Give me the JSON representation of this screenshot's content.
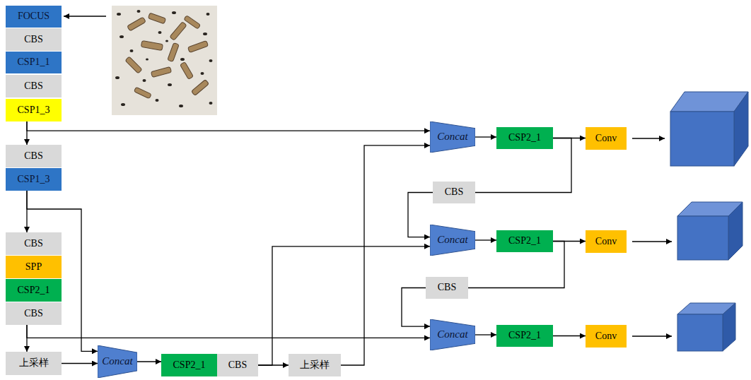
{
  "diagram": {
    "nodes": [
      {
        "text": [
          "FOCUS"
        ]
      },
      {
        "text": [
          "CBS"
        ]
      },
      {
        "text": [
          "CSP1_1"
        ]
      },
      {
        "text": [
          "CBS"
        ]
      },
      {
        "text": [
          "CSP1_3"
        ]
      },
      {
        "text": [
          "CBS"
        ]
      },
      {
        "text": [
          "CSP1_3"
        ]
      },
      {
        "text": [
          "CBS"
        ]
      },
      {
        "text": [
          "SPP"
        ]
      },
      {
        "text": [
          "CSP2_1"
        ]
      },
      {
        "text": [
          "CBS"
        ]
      },
      {
        "text": [
          "上采样"
        ]
      },
      {
        "text": [
          "Concat"
        ]
      },
      {
        "text": [
          "CSP2_1"
        ]
      },
      {
        "text": [
          "CBS"
        ]
      },
      {
        "text": [
          "上采样"
        ]
      },
      {
        "text": [
          "Concat"
        ]
      },
      {
        "text": [
          "CSP2_1"
        ]
      },
      {
        "text": [
          "Conv"
        ]
      },
      {
        "text": [
          "CBS"
        ]
      },
      {
        "text": [
          "Concat"
        ]
      },
      {
        "text": [
          "CSP2_1"
        ]
      },
      {
        "text": [
          "Conv"
        ]
      },
      {
        "text": [
          "CBS"
        ]
      },
      {
        "text": [
          "Concat"
        ]
      },
      {
        "text": [
          "CSP2_1"
        ]
      },
      {
        "text": [
          "Conv"
        ]
      }
    ],
    "edges": [
      {
        "from": 4,
        "to": 5,
        "arrow": "to"
      },
      {
        "from": 6,
        "to": 7,
        "arrow": "to"
      },
      {
        "from": 10,
        "to": 11,
        "arrow": "to"
      },
      {
        "from": 4,
        "to": 16,
        "arrow": "to"
      },
      {
        "from": 6,
        "to": 12,
        "arrow": "to"
      },
      {
        "from": 10,
        "to": 24,
        "arrow": "to"
      },
      {
        "from": 11,
        "to": 12,
        "arrow": "to"
      },
      {
        "from": 12,
        "to": 13,
        "arrow": "to"
      },
      {
        "from": 14,
        "to": 15,
        "arrow": "to"
      },
      {
        "from": 14,
        "to": 20,
        "arrow": "to"
      },
      {
        "from": 15,
        "to": 16,
        "arrow": "to"
      },
      {
        "from": 16,
        "to": 17,
        "arrow": "to"
      },
      {
        "from": 17,
        "to": 18,
        "arrow": "to"
      },
      {
        "from": 17,
        "to": 19,
        "arrow": "none"
      },
      {
        "from": 19,
        "to": 20,
        "arrow": "to"
      },
      {
        "from": 20,
        "to": 21,
        "arrow": "to"
      },
      {
        "from": 21,
        "to": 22,
        "arrow": "to"
      },
      {
        "from": 21,
        "to": 23,
        "arrow": "none"
      },
      {
        "from": 23,
        "to": 24,
        "arrow": "to"
      },
      {
        "from": 24,
        "to": 25,
        "arrow": "to"
      },
      {
        "from": 25,
        "to": 26,
        "arrow": "to"
      }
    ]
  }
}
